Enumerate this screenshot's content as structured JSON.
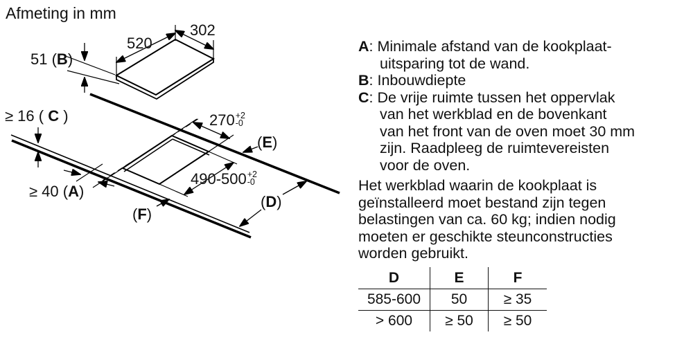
{
  "title": "Afmeting in mm",
  "diagram": {
    "dims": {
      "w520": "520",
      "w302": "302",
      "d51": {
        "pre": "51 (",
        "letter": "B",
        "post": ")"
      },
      "c16": {
        "pre": "≥ 16 ( ",
        "letter": "C",
        "post": " )"
      },
      "a40": {
        "pre": "≥ 40 (",
        "letter": "A",
        "post": ")"
      },
      "cut_w": {
        "value": "270",
        "tol_plus": "+2",
        "tol_minus": "-0"
      },
      "cut_l": {
        "value": "490-500",
        "tol_plus": "+2",
        "tol_minus": "-0"
      }
    },
    "labels": {
      "d": {
        "pre": "(",
        "letter": "D",
        "post": ")"
      },
      "e": {
        "pre": "(",
        "letter": "E",
        "post": ")"
      },
      "f": {
        "pre": "(",
        "letter": "F",
        "post": ")"
      }
    }
  },
  "legend": {
    "items": [
      {
        "key": "A",
        "text": ": Minimale afstand van de kookplaat-\nuitsparing tot de wand."
      },
      {
        "key": "B",
        "text": ": Inbouwdiepte"
      },
      {
        "key": "C",
        "text": ": De vrije ruimte tussen het oppervlak\nvan het werkblad en de bovenkant\nvan het front van de oven moet 30 mm\nzijn. Raadpleeg de ruimtevereisten\nvoor de oven."
      }
    ],
    "paragraph": "Het werkblad waarin de kookplaat is\ngeïnstalleerd moet bestand zijn tegen\nbelastingen van ca. 60 kg; indien nodig\nmoeten er geschikte steunconstructies\nworden gebruikt."
  },
  "table": {
    "headers": [
      "D",
      "E",
      "F"
    ],
    "rows": [
      [
        "585-600",
        "50",
        "≥ 35"
      ],
      [
        "> 600",
        "≥ 50",
        "≥ 50"
      ]
    ]
  },
  "colors": {
    "ink": "#111111",
    "bg": "#ffffff"
  }
}
